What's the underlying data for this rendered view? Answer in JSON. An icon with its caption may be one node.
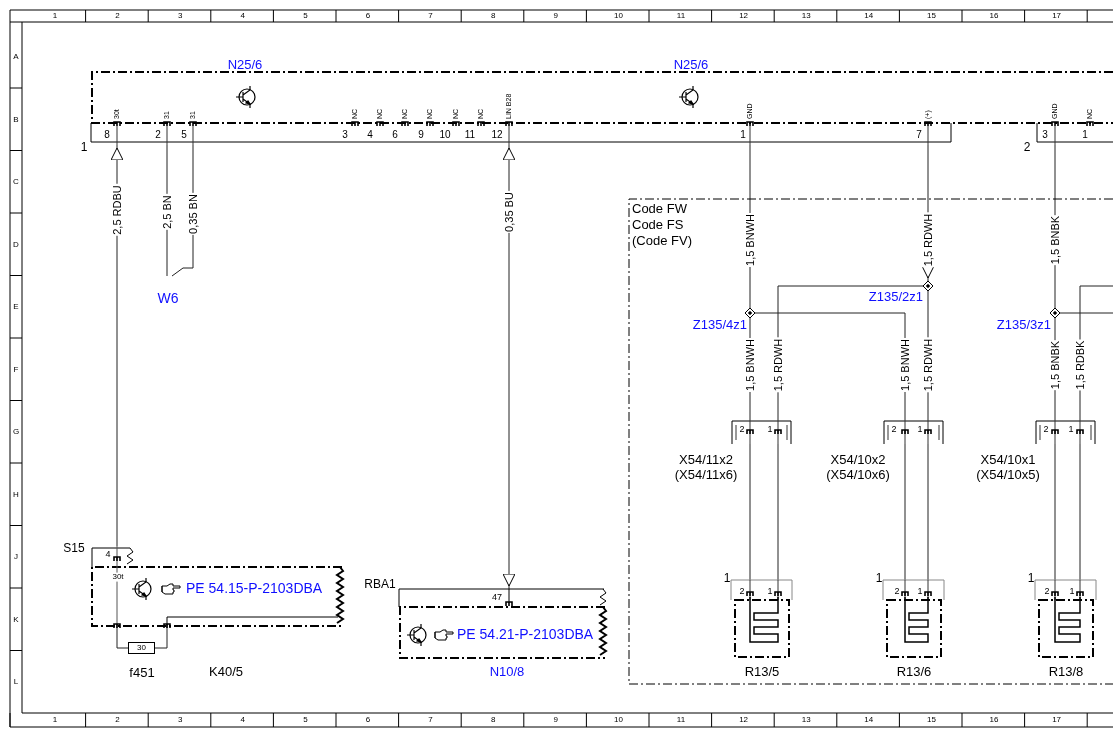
{
  "diagram": {
    "nodes": [
      {
        "text": [
          "N25/6",
          "N25/6"
        ]
      },
      {
        "text": [
          "W6"
        ]
      },
      {
        "text": [
          "PE 54.15-P-2103DBA"
        ],
        "beside": [
          "K40/5"
        ]
      },
      {
        "text": [
          "30"
        ],
        "beside": [
          "f451"
        ]
      },
      {
        "text": [
          "PE 54.21-P-2103DBA"
        ],
        "beside": [
          "N10/8"
        ]
      },
      {
        "text": [
          "Code FW Code FS (Code FV)"
        ]
      },
      {
        "text": [],
        "shape": "diamond",
        "beside": [
          "Z135/4z1"
        ],
        "in": 5
      },
      {
        "text": [],
        "shape": "diamond",
        "beside": [
          "Z135/2z1"
        ],
        "in": 5
      },
      {
        "text": [],
        "shape": "diamond",
        "beside": [
          "Z135/3z1"
        ],
        "in": 5
      },
      {
        "text": [
          "X54/11x2 (X54/11x6)"
        ],
        "in": 5
      },
      {
        "text": [
          "X54/10x2 (X54/10x6)"
        ],
        "in": 5
      },
      {
        "text": [
          "X54/10x1 (X54/10x5)"
        ],
        "in": 5
      },
      {
        "text": [
          "R13/5"
        ],
        "in": 5
      },
      {
        "text": [
          "R13/6"
        ],
        "in": 5
      },
      {
        "text": [
          "R13/8"
        ],
        "in": 5
      }
    ],
    "edges": [
      {
        "from": 2,
        "to": 0,
        "arrow": "to",
        "label": "2,5 RDBU"
      },
      {
        "from": 0,
        "to": 1,
        "arrow": "none",
        "label": "2,5 BN"
      },
      {
        "from": 0,
        "to": 1,
        "arrow": "none",
        "label": "0,35 BN"
      },
      {
        "from": 0,
        "to": 4,
        "arrow": "both",
        "label": "0,35 BU"
      },
      {
        "from": 0,
        "to": 6,
        "arrow": "none",
        "label": "1,5 BNWH"
      },
      {
        "from": 0,
        "to": 7,
        "arrow": "to",
        "label": "1,5 RDWH"
      },
      {
        "from": 0,
        "to": 8,
        "arrow": "none",
        "label": "1,5 BNBK"
      },
      {
        "from": 6,
        "to": 9,
        "arrow": "none",
        "label": "1,5 BNWH"
      },
      {
        "from": 7,
        "to": 9,
        "arrow": "none",
        "label": "1,5 RDWH"
      },
      {
        "from": 6,
        "to": 10,
        "arrow": "none",
        "label": "1,5 BNWH"
      },
      {
        "from": 7,
        "to": 10,
        "arrow": "none",
        "label": "1,5 RDWH"
      },
      {
        "from": 8,
        "to": 11,
        "arrow": "none",
        "label": "1,5 BNBK"
      },
      {
        "from": 8,
        "to": null,
        "arrow": "none"
      },
      {
        "from": null,
        "to": 11,
        "arrow": "none",
        "label": "1,5 RDBK"
      },
      {
        "from": 9,
        "to": 12,
        "arrow": "none"
      },
      {
        "from": 9,
        "to": 12,
        "arrow": "none"
      },
      {
        "from": 10,
        "to": 13,
        "arrow": "none"
      },
      {
        "from": 10,
        "to": 13,
        "arrow": "none"
      },
      {
        "from": 11,
        "to": 14,
        "arrow": "none"
      },
      {
        "from": 11,
        "to": 14,
        "arrow": "none"
      },
      {
        "from": 2,
        "to": 3,
        "arrow": "none"
      },
      {
        "from": 3,
        "to": 2,
        "arrow": "none"
      }
    ],
    "labels": [
      "1",
      "2",
      "3",
      "4",
      "5",
      "6",
      "7",
      "8",
      "9",
      "10",
      "11",
      "12",
      "13",
      "14",
      "15",
      "16",
      "17",
      "A",
      "B",
      "C",
      "D",
      "E",
      "F",
      "G",
      "H",
      "J",
      "K",
      "L",
      "30t",
      "31",
      "31",
      "NC",
      "NC",
      "NC",
      "NC",
      "NC",
      "NC",
      "LIN B28",
      "GND",
      "(+)",
      "GND",
      "NC",
      "8",
      "2",
      "5",
      "3",
      "4",
      "6",
      "9",
      "10",
      "11",
      "12",
      "1",
      "7",
      "3",
      "1",
      "1",
      "2",
      "2",
      "1",
      "2",
      "1",
      "2",
      "1",
      "S15",
      "4",
      "30t",
      "RBA1",
      "47",
      "1",
      "2",
      "1",
      "1",
      "2",
      "1",
      "1",
      "2",
      "1",
      "1",
      "2",
      "3",
      "4",
      "5",
      "6",
      "7",
      "8",
      "9",
      "10",
      "11",
      "12",
      "13",
      "14",
      "15",
      "16",
      "17"
    ]
  }
}
